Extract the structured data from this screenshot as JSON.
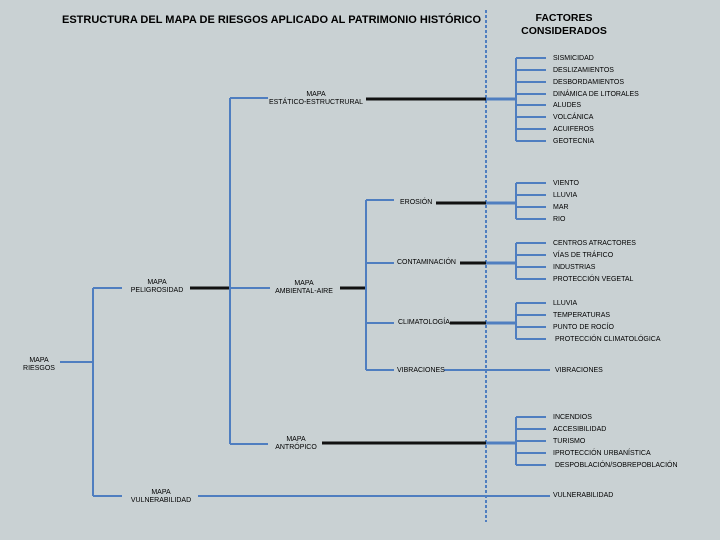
{
  "title": "ESTRUCTURA DEL MAPA DE RIESGOS APLICADO AL PATRIMONIO HISTÓRICO",
  "factors_title_line1": "FACTORES",
  "factors_title_line2": "CONSIDERADOS",
  "root": {
    "line1": "MAPA",
    "line2": "RIESGOS"
  },
  "peligrosidad": {
    "line1": "MAPA",
    "line2": "PELIGROSIDAD"
  },
  "vulnerabilidad": {
    "line1": "MAPA",
    "line2": "VULNERABILIDAD"
  },
  "estatico": {
    "line1": "MAPA",
    "line2": "ESTÁTICO-ESTRUCTRURAL"
  },
  "ambiental": {
    "line1": "MAPA",
    "line2": "AMBIENTAL-AIRE"
  },
  "antropico": {
    "line1": "MAPA",
    "line2": "ANTRÓPICO"
  },
  "erosion": "EROSIÓN",
  "contaminacion": "CONTAMINACIÓN",
  "climatologia": "CLIMATOLOGÍA",
  "vibraciones": "VIBRACIONES",
  "factors": {
    "estatico": [
      "SISMICIDAD",
      "DESLIZAMIENTOS",
      "DESBORDAMIENTOS",
      "DINÁMICA DE LITORALES",
      "ALUDES",
      "VOLCÁNICA",
      "ACUIFEROS",
      "GEOTECNIA"
    ],
    "erosion": [
      "VIENTO",
      "LLUVIA",
      "MAR",
      "RIO"
    ],
    "contaminacion": [
      "CENTROS ATRACTORES",
      "VÍAS DE TRÁFICO",
      "INDUSTRIAS",
      "PROTECCIÓN VEGETAL"
    ],
    "climatologia": [
      "LLUVIA",
      "TEMPERATURAS",
      "PUNTO DE ROCÍO",
      "PROTECCIÓN CLIMATOLÓGICA"
    ],
    "vibraciones": [
      "VIBRACIONES"
    ],
    "antropico": [
      "INCENDIOS",
      "ACCESIBILIDAD",
      "TURISMO",
      "IPROTECCIÓN URBANÍSTICA",
      "DESPOBLACIÓN/SOBREPOBLACIÓN"
    ],
    "vulnerabilidad": [
      "VULNERABILIDAD"
    ]
  },
  "colors": {
    "line": "#4f7ec0",
    "dark_line": "#111111",
    "divider": "#4f7ec0",
    "background": "#c9d1d3"
  }
}
